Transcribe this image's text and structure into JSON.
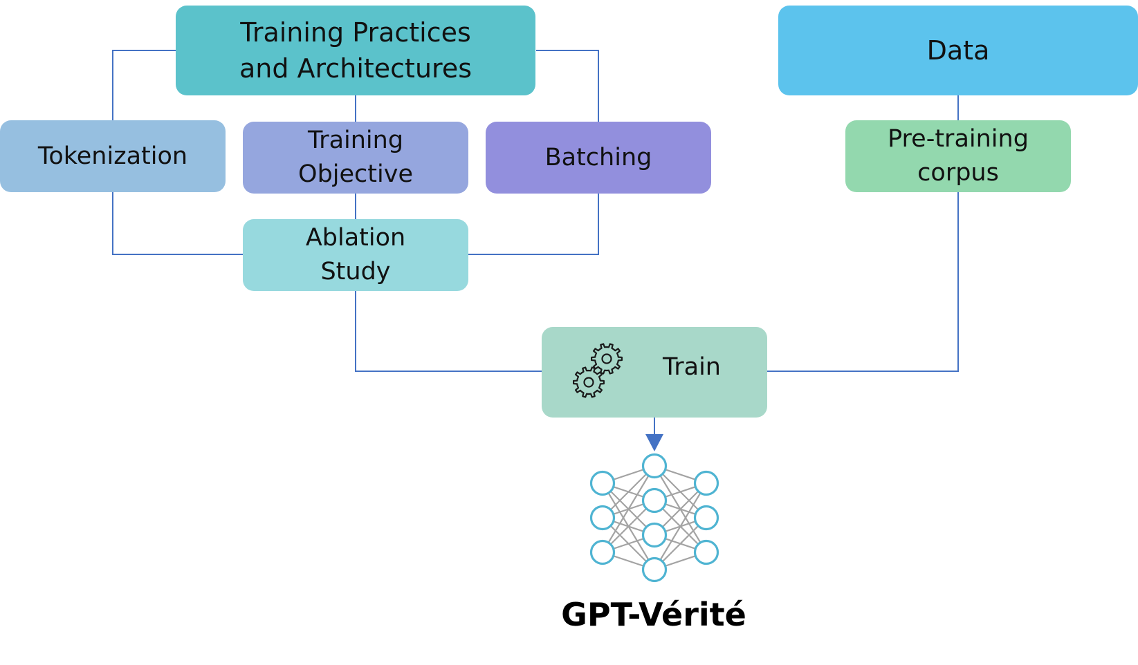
{
  "nodes": {
    "training_practices": {
      "label": "Training Practices\nand Architectures",
      "color": "#5bc2cb"
    },
    "data": {
      "label": "Data",
      "color": "#5cc3ed"
    },
    "tokenization": {
      "label": "Tokenization",
      "color": "#96bfe0"
    },
    "training_objective": {
      "label": "Training\nObjective",
      "color": "#95a6de"
    },
    "batching": {
      "label": "Batching",
      "color": "#928fdd"
    },
    "pretraining_corpus": {
      "label": "Pre-training\ncorpus",
      "color": "#93d8ae"
    },
    "ablation_study": {
      "label": "Ablation\nStudy",
      "color": "#97d9de"
    },
    "train": {
      "label": "Train",
      "color": "#a8d8c9",
      "icon": "gears-icon"
    }
  },
  "model": {
    "name": "GPT-Vérité",
    "icon": "neural-network-icon",
    "node_stroke": "#4fb4d2",
    "edge_color": "#a3a3a3"
  },
  "connector_color": "#4472c4"
}
